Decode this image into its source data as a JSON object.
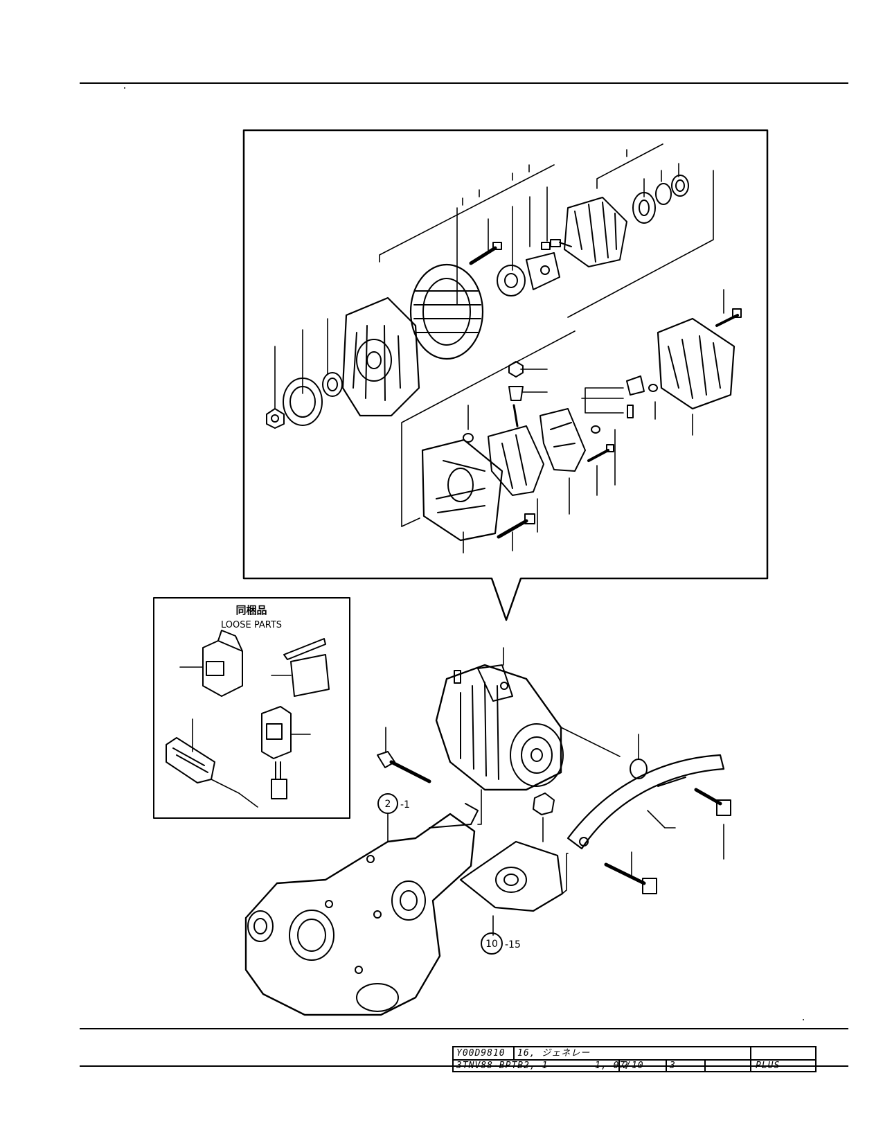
{
  "loose_parts": {
    "title_jp": "同梱品",
    "title_en": "LOOSE PARTS"
  },
  "callouts": {
    "ref_a": {
      "number": "2",
      "suffix": "-1"
    },
    "ref_b": {
      "number": "10",
      "suffix": "-15"
    }
  },
  "title_block": {
    "code": "Y00D9810",
    "title": "16, ジェネレー",
    "model": "3TNV88-BPTB2, 1",
    "date": "1, 07/10",
    "col_2": "2",
    "col_3": "3",
    "edition": "PLUS"
  }
}
